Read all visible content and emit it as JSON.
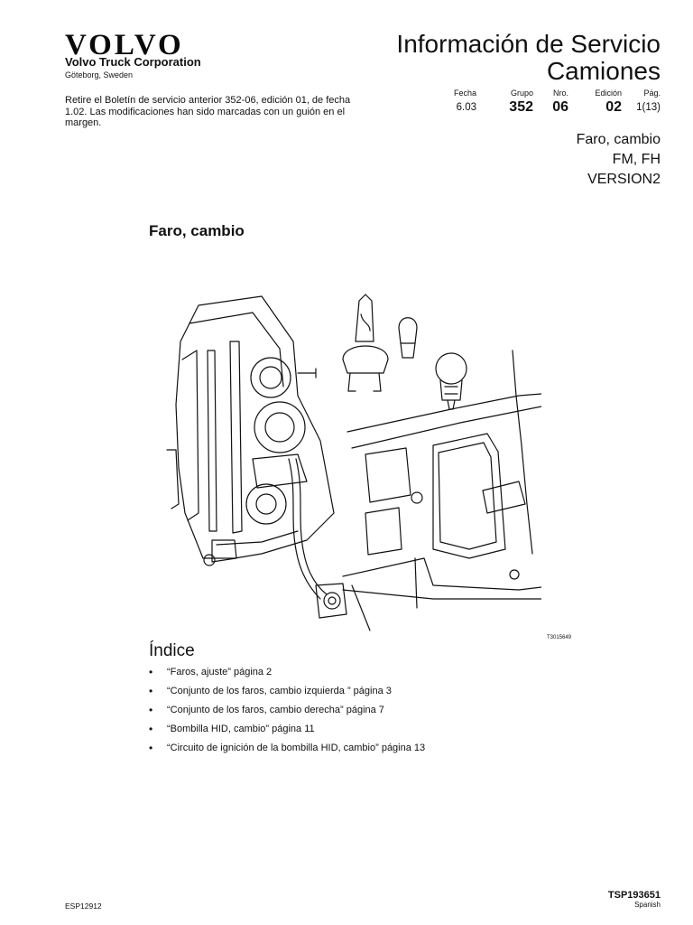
{
  "header": {
    "brand": "VOLVO",
    "corporation": "Volvo Truck Corporation",
    "location": "Göteborg, Sweden",
    "title_line1": "Información de Servicio",
    "title_line2": "Camiones"
  },
  "notice": "Retire el Boletín de servicio anterior 352-06, edición 01, de fecha 1.02. Las modificaciones han sido marcadas con un guión en el margen.",
  "meta": {
    "fecha_label": "Fecha",
    "fecha_value": "6.03",
    "grupo_label": "Grupo",
    "grupo_value": "352",
    "nro_label": "Nro.",
    "nro_value": "06",
    "edicion_label": "Edición",
    "edicion_value": "02",
    "pag_label": "Pág.",
    "pag_value": "1(13)"
  },
  "subject": {
    "line1": "Faro, cambio",
    "line2": "FM, FH",
    "line3": "VERSION2"
  },
  "section_title": "Faro, cambio",
  "figure_ref": "T3015649",
  "index": {
    "title": "Índice",
    "items": [
      "“Faros, ajuste” página 2",
      "“Conjunto de los faros, cambio izquierda ” página 3",
      "“Conjunto de los faros, cambio derecha” página 7",
      "“Bombilla HID, cambio” página 11",
      "“Circuito de ignición de la bombilla HID, cambio” página 13"
    ]
  },
  "footer": {
    "left_code": "ESP12912",
    "doc_code": "TSP193651",
    "language": "Spanish"
  }
}
